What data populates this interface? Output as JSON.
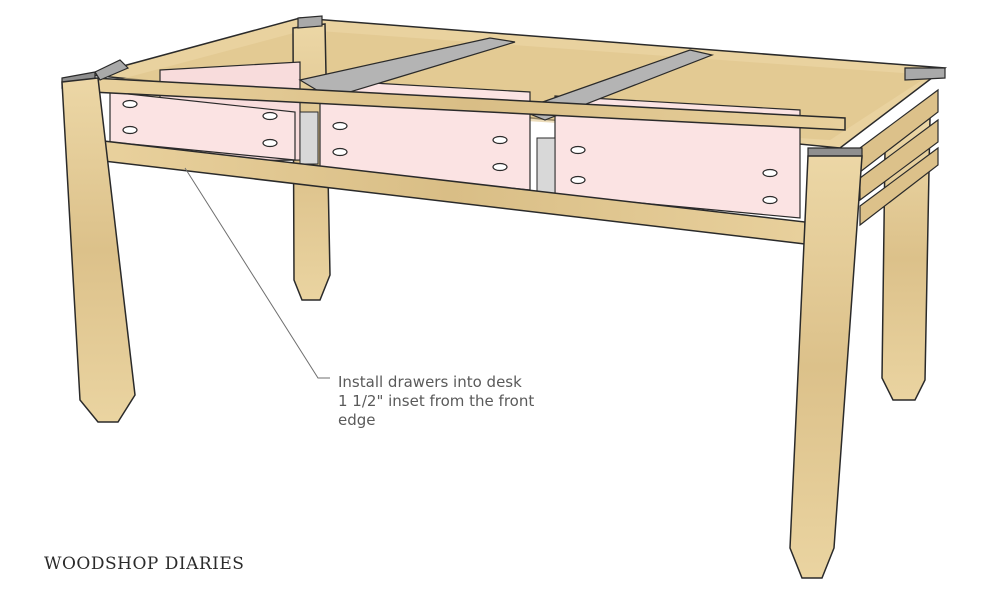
{
  "annotation": {
    "lines": [
      "Install drawers into desk",
      "1 1/2\" inset from the front",
      "edge"
    ]
  },
  "watermark": "WOODSHOP DIARIES",
  "colors": {
    "wood": "#e6cf9a",
    "wood_dark": "#c9ad72",
    "drawer": "#f8dcdc",
    "drawer_dark": "#e8c2c2",
    "metal": "#a9a9a9",
    "outline": "#2a2a2a",
    "leader": "#6f6f6f"
  }
}
